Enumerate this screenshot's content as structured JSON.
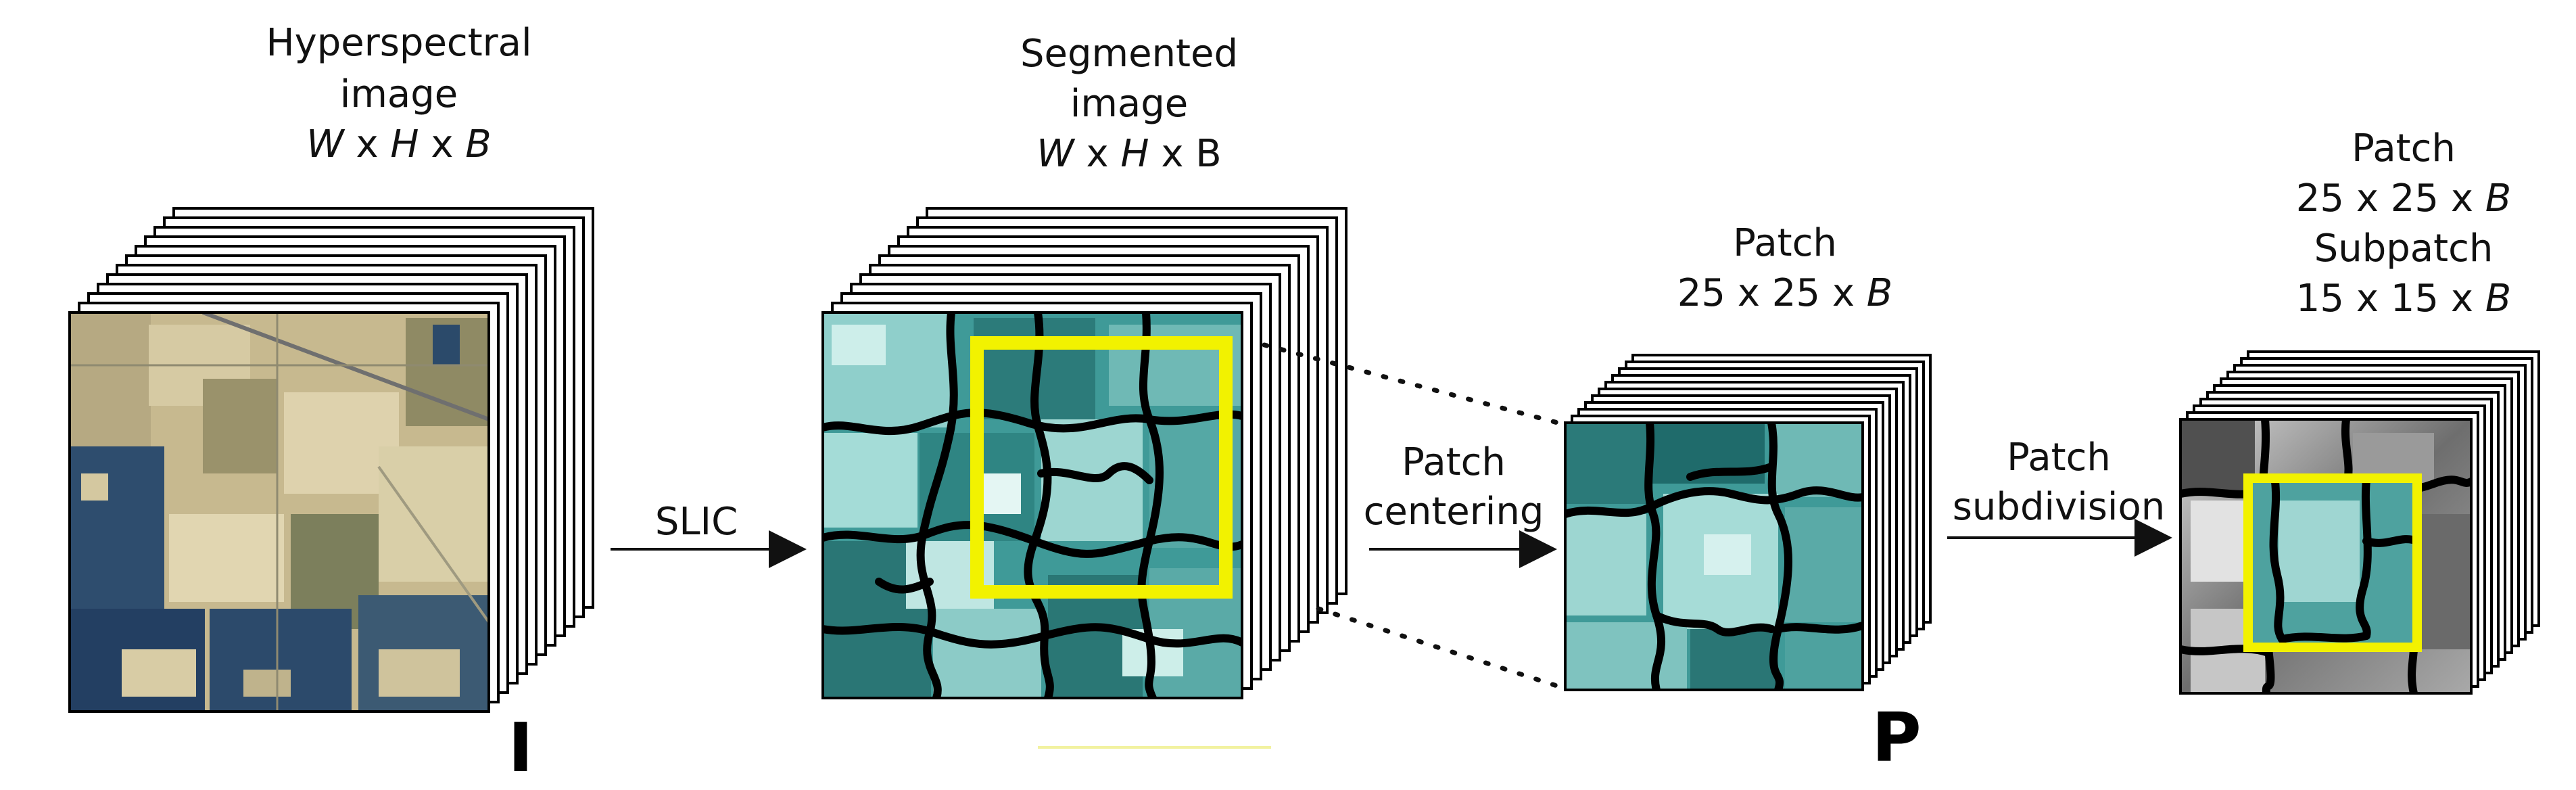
{
  "stage1": {
    "title_l1": "Hyperspectral",
    "title_l2": "image",
    "dim_w": "W",
    "dim_h": "H",
    "dim_b": "B",
    "sep": " x ",
    "symbol": "I"
  },
  "arrow1": {
    "label": "SLIC"
  },
  "stage2": {
    "title_l1": "Segmented",
    "title_l2": "image",
    "dim_w": "W",
    "dim_h": "H",
    "dim_b": "B",
    "sep": " x "
  },
  "arrow2": {
    "label_l1": "Patch",
    "label_l2": "centering"
  },
  "stage3": {
    "title_l1": "Patch",
    "dim_prefix": "25 x 25 x ",
    "dim_b": "B",
    "symbol": "P"
  },
  "arrow3": {
    "label_l1": "Patch",
    "label_l2": "subdivision"
  },
  "stage4": {
    "title_l1": "Patch",
    "dim1_prefix": "25 x 25 x ",
    "dim1_b": "B",
    "title_l2": "Subpatch",
    "dim2_prefix": "15 x 15 x ",
    "dim2_b": "B"
  },
  "colors": {
    "highlight": "#f2f200",
    "teal_dark": "#1f6b6b",
    "teal_mid": "#3f9a98",
    "teal_light": "#9fd6d2",
    "field_tan": "#c9bb92",
    "field_blue": "#2a4870"
  }
}
